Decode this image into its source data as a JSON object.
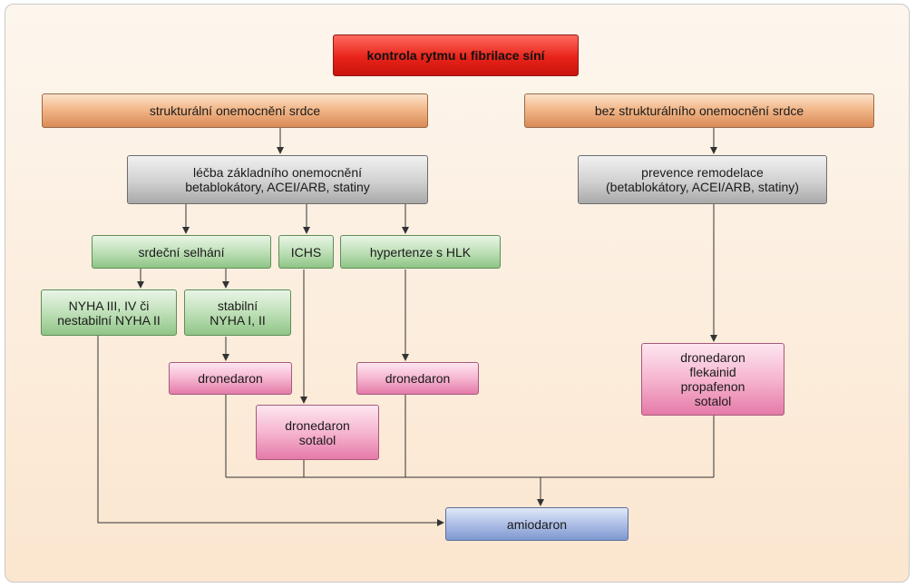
{
  "title": "kontrola rytmu u fibrilace síní",
  "structural": "strukturální onemocnění srdce",
  "non_structural": "bez strukturálního onemocnění srdce",
  "treatment_base": {
    "line1": "léčba základního onemocnění",
    "line2": "betablokátory, ACEI/ARB, statiny"
  },
  "prevention": {
    "line1": "prevence remodelace",
    "line2": "(betablokátory, ACEI/ARB, statiny)"
  },
  "heart_failure": "srdeční selhání",
  "ichs": "ICHS",
  "hypertension": "hypertenze s HLK",
  "nyha_unstable": {
    "line1": "NYHA III, IV či",
    "line2": "nestabilní NYHA II"
  },
  "nyha_stable": {
    "line1": "stabilní",
    "line2": "NYHA I, II"
  },
  "dronedaron_hf": "dronedaron",
  "dronedaron_ht": "dronedaron",
  "dronedaron_sotalol": {
    "line1": "dronedaron",
    "line2": "sotalol"
  },
  "right_drugs": {
    "line1": "dronedaron",
    "line2": "flekainid",
    "line3": "propafenon",
    "line4": "sotalol"
  },
  "amiodaron": "amiodaron",
  "colors": {
    "red": "#e8231a",
    "orange": "#f2b88a",
    "gray": "#d0d0d0",
    "green": "#bfe0b8",
    "pink": "#f6b5d0",
    "blue": "#aebfe6",
    "line": "#333333"
  }
}
